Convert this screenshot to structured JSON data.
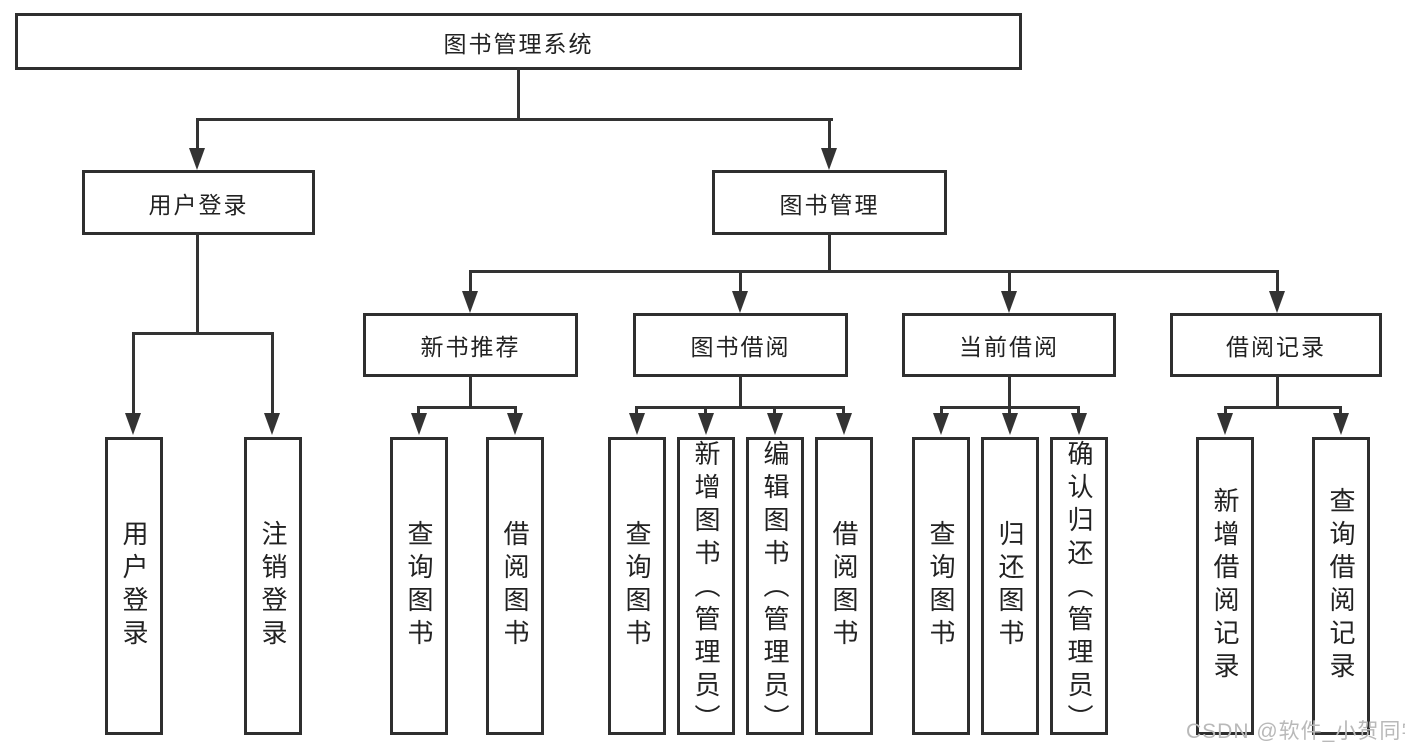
{
  "diagram": {
    "title": "图书管理系统",
    "watermark": "CSDN @软件_小贺同学",
    "line_color": "#333333",
    "border_color": "#2f2f2f",
    "nodes": {
      "user_login": "用户登录",
      "book_mgmt": "图书管理",
      "new_books": "新书推荐",
      "book_borrow": "图书借阅",
      "current_borrow": "当前借阅",
      "borrow_records": "借阅记录"
    },
    "leaves": {
      "user_login_children": [
        "用户登录",
        "注销登录"
      ],
      "new_books_children": [
        "查询图书",
        "借阅图书"
      ],
      "book_borrow_children": [
        "查询图书",
        "新增图书（管理员）",
        "编辑图书（管理员）",
        "借阅图书"
      ],
      "current_borrow_children": [
        "查询图书",
        "归还图书",
        "确认归还（管理员）"
      ],
      "borrow_records_children": [
        "新增借阅记录",
        "查询借阅记录"
      ]
    }
  }
}
